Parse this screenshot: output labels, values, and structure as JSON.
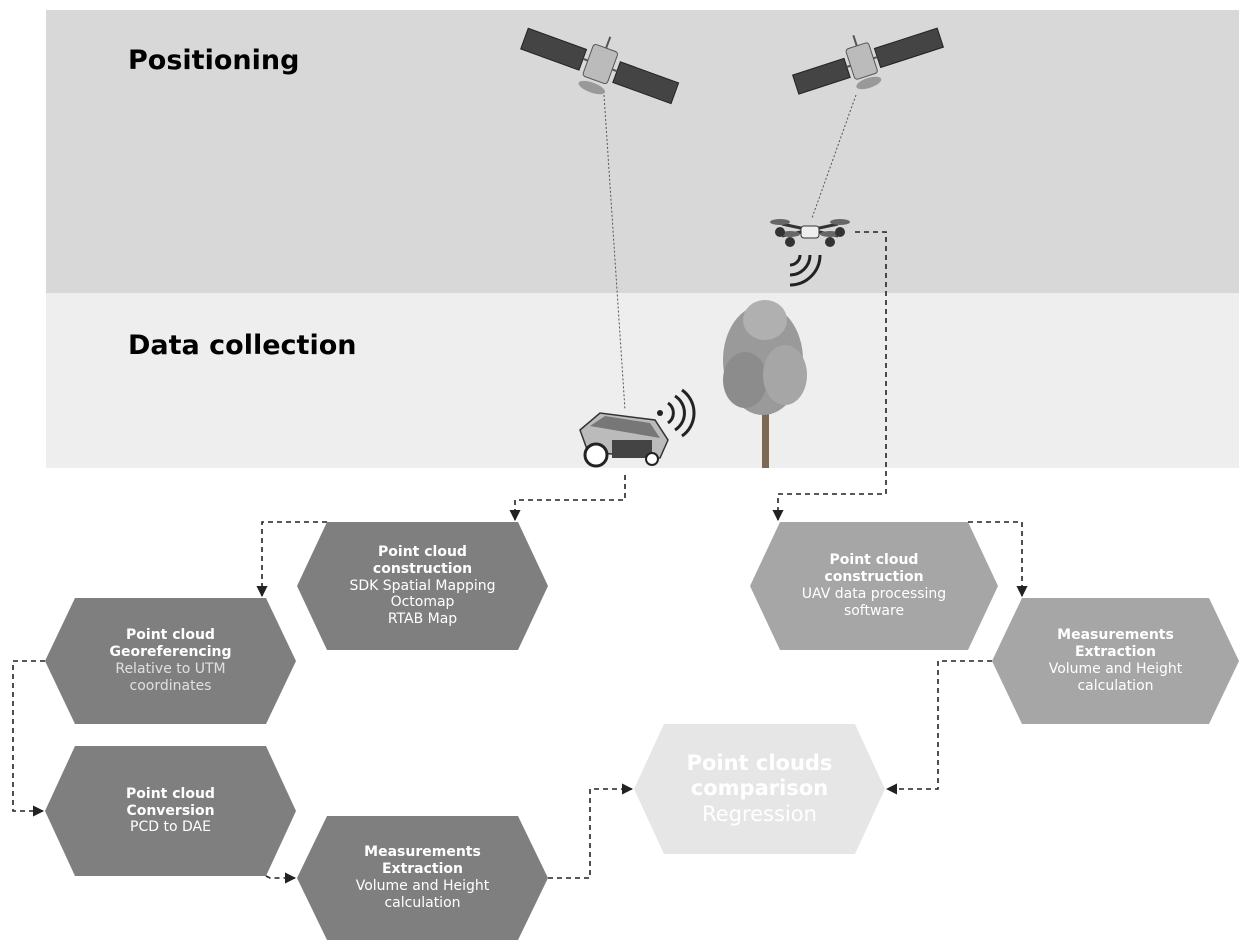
{
  "bands": {
    "positioning": "Positioning",
    "data_collection": "Data collection"
  },
  "nodes": {
    "ground_construction": {
      "title": [
        "Point cloud",
        "construction"
      ],
      "subtitle": [
        "SDK Spatial Mapping",
        "Octomap",
        "RTAB Map"
      ]
    },
    "georeferencing": {
      "title": [
        "Point cloud",
        "Georeferencing"
      ],
      "subtitle": [
        "Relative to UTM",
        "coordinates"
      ]
    },
    "conversion": {
      "title": [
        "Point cloud",
        "Conversion"
      ],
      "subtitle": [
        "PCD to DAE"
      ]
    },
    "ground_measurements": {
      "title": [
        "Measurements",
        "Extraction"
      ],
      "subtitle": [
        "Volume and Height",
        "calculation"
      ]
    },
    "uav_construction": {
      "title": [
        "Point cloud",
        "construction"
      ],
      "subtitle": [
        "UAV data processing",
        "software"
      ]
    },
    "uav_measurements": {
      "title": [
        "Measurements",
        "Extraction"
      ],
      "subtitle": [
        "Volume and Height",
        "calculation"
      ]
    },
    "comparison": {
      "title": [
        "Point clouds",
        "comparison"
      ],
      "subtitle": [
        "Regression"
      ]
    }
  },
  "colors": {
    "band_top": "#d8d8d8",
    "band_mid": "#eeeeee",
    "hex_dark": "#7f7f7f",
    "hex_mid": "#a6a6a6",
    "hex_light": "#e6e6e6",
    "connector": "#222222"
  },
  "icons": [
    "satellite-icon",
    "satellite-icon",
    "drone-icon",
    "robot-mower-icon",
    "tree-icon",
    "wireless-signal-icon"
  ]
}
